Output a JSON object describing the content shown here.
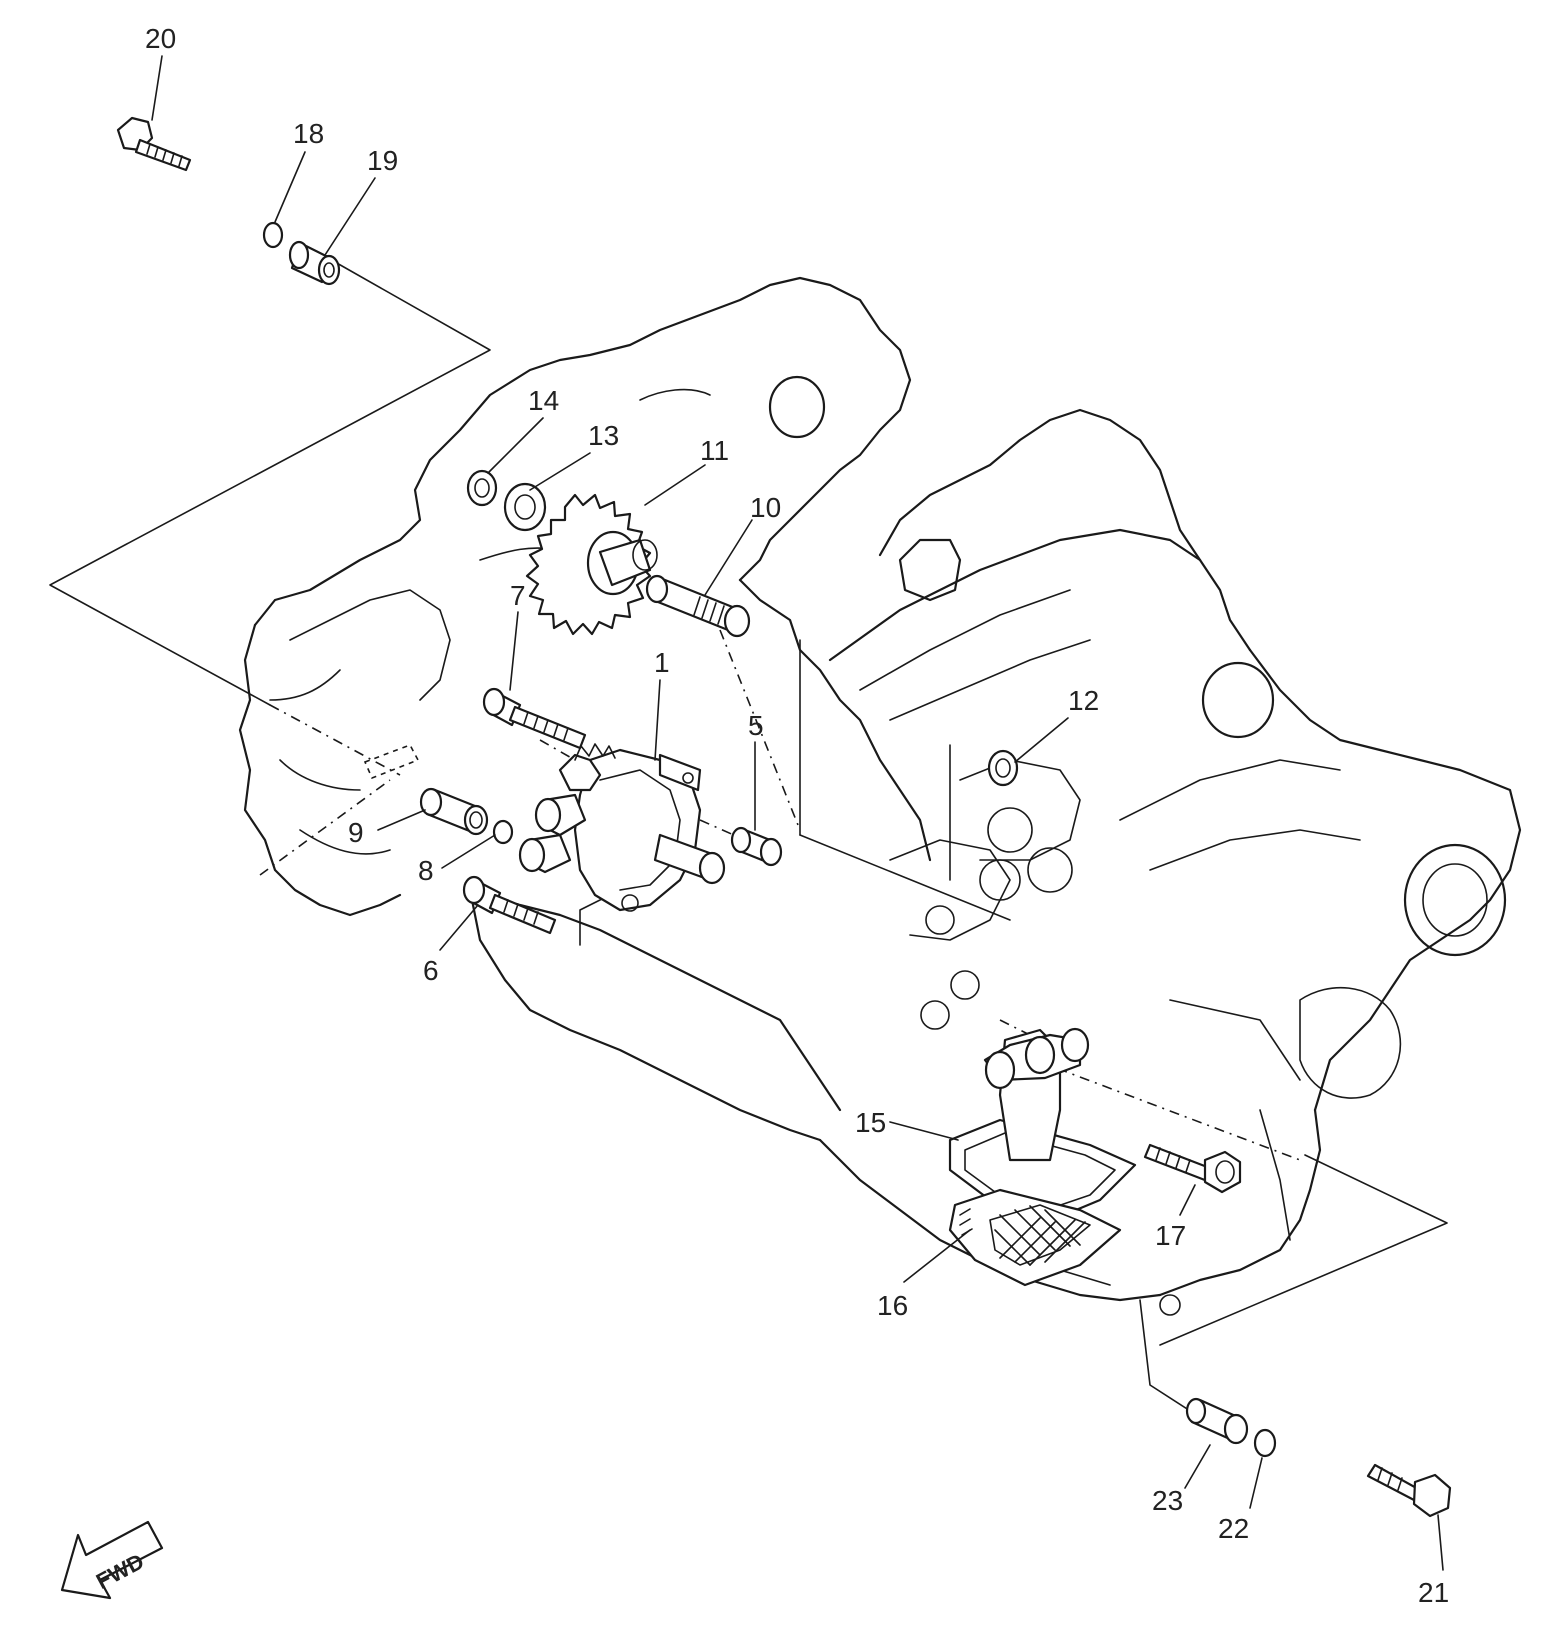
{
  "fwd_label": "FWD",
  "callouts": [
    {
      "id": "1",
      "label": "1"
    },
    {
      "id": "5",
      "label": "5"
    },
    {
      "id": "6",
      "label": "6"
    },
    {
      "id": "7",
      "label": "7"
    },
    {
      "id": "8",
      "label": "8"
    },
    {
      "id": "9",
      "label": "9"
    },
    {
      "id": "10",
      "label": "10"
    },
    {
      "id": "11",
      "label": "11"
    },
    {
      "id": "12",
      "label": "12"
    },
    {
      "id": "13",
      "label": "13"
    },
    {
      "id": "14",
      "label": "14"
    },
    {
      "id": "15",
      "label": "15"
    },
    {
      "id": "16",
      "label": "16"
    },
    {
      "id": "17",
      "label": "17"
    },
    {
      "id": "18",
      "label": "18"
    },
    {
      "id": "19",
      "label": "19"
    },
    {
      "id": "20",
      "label": "20"
    },
    {
      "id": "21",
      "label": "21"
    },
    {
      "id": "22",
      "label": "22"
    },
    {
      "id": "23",
      "label": "23"
    }
  ]
}
